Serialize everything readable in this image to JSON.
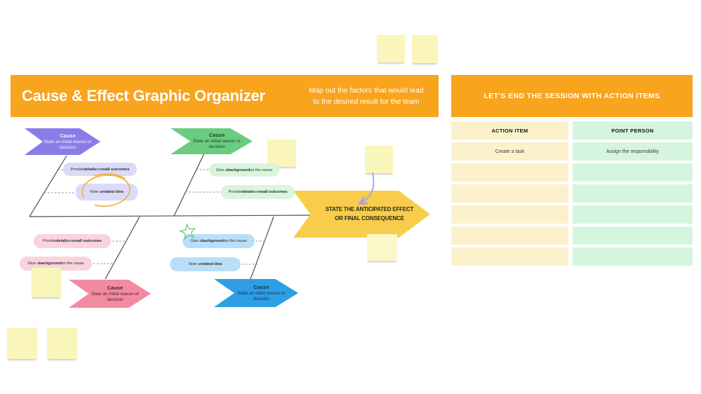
{
  "board": {
    "header": {
      "title": "Cause & Effect Graphic Organizer",
      "subtitle": [
        "Map out the factors that would lead",
        "to the desired result for the team"
      ]
    },
    "cause_label": "Cause",
    "cause_sublabel": "State an initial reason or decision",
    "effect": {
      "line1": "STATE THE ANTICIPATED EFFECT",
      "line2": "OR FINAL CONSEQUENCE"
    },
    "pill_texts": {
      "details_outcomes": {
        "parts": [
          {
            "t": "Provide "
          },
          {
            "t": "details",
            "b": true
          },
          {
            "t": " or "
          },
          {
            "t": "small outcomes",
            "b": true
          }
        ]
      },
      "background_cause": {
        "parts": [
          {
            "t": "Give a "
          },
          {
            "t": "background",
            "b": true
          },
          {
            "t": " on the cause"
          }
        ]
      },
      "related_idea": {
        "parts": [
          {
            "t": "Note a "
          },
          {
            "t": "related idea",
            "b": true
          }
        ]
      }
    }
  },
  "action_panel": {
    "title": "LET'S END THE SESSION WITH ACTION ITEMS",
    "columns": [
      "ACTION ITEM",
      "POINT PERSON"
    ],
    "rows": [
      [
        "Create a task",
        "Assign the responsibility"
      ],
      [
        "",
        ""
      ],
      [
        "",
        ""
      ],
      [
        "",
        ""
      ],
      [
        "",
        ""
      ],
      [
        "",
        ""
      ]
    ]
  },
  "colors": {
    "header_orange": "#F8A41D",
    "effect_yellow": "#F7CD4B",
    "cause_purple": "#8A7CE8",
    "pill_purple": "#DBDAF8",
    "cause_green": "#69CC7E",
    "pill_green": "#D8F5DD",
    "cause_pink": "#F38BA0",
    "pill_pink": "#F9D4DC",
    "cause_blue": "#2E9FE4",
    "pill_blue": "#B9DFF8",
    "sticky_yellow": "#FAF5BA",
    "table_yellow": "#FBF2CB",
    "table_green": "#D6F5DE",
    "annotation_circle": "#F4B33C",
    "annotation_star": "#69CC7E",
    "annotation_arrow": "#A99BF2"
  }
}
